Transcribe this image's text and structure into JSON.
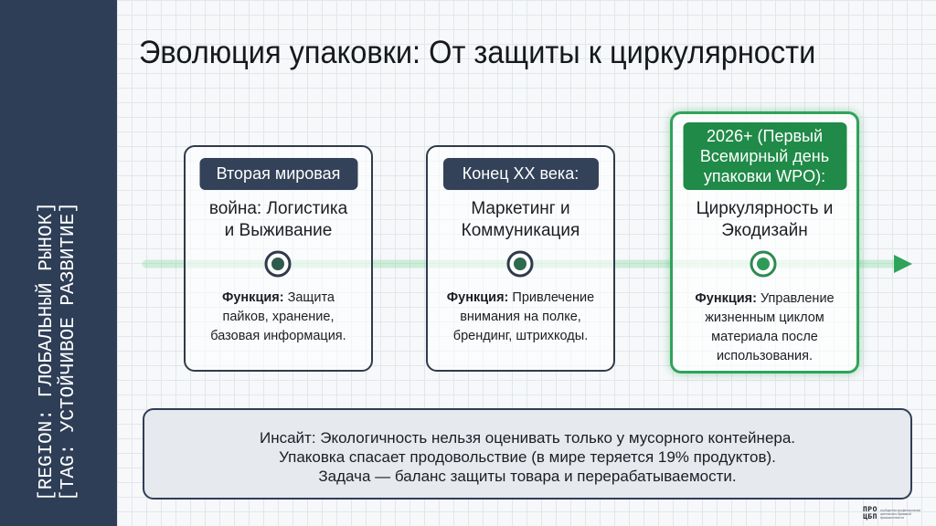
{
  "sidebar": {
    "lines": [
      "[REGION: ГЛОБАЛЬНЫЙ РЫНОК]",
      "[TAG: УСТОЙЧИВОЕ РАЗВИТИЕ]"
    ]
  },
  "title": "Эволюция упаковки: От защиты к циркулярности",
  "colors": {
    "sidebar": "#2e3e57",
    "card_border": "#2f3b4a",
    "chip_dark": "#334258",
    "accent_green": "#2fa35a",
    "chip_green": "#208a48"
  },
  "timeline": {
    "cards": [
      {
        "chip": "Вторая мировая",
        "subtitle_lines": [
          "война: Логистика",
          "и Выживание"
        ],
        "function_label": "Функция:",
        "function_text": [
          "Защита",
          "пайков, хранение,",
          "базовая информация."
        ]
      },
      {
        "chip": "Конец XX века:",
        "subtitle_lines": [
          "Маркетинг и",
          "Коммуникация"
        ],
        "function_label": "Функция:",
        "function_text": [
          "Привлечение",
          "внимания на полке,",
          "брендинг, штрихкоды."
        ]
      },
      {
        "chip_lines": [
          "2026+ (Первый",
          "Всемирный день",
          "упаковки WPO):"
        ],
        "subtitle_lines": [
          "Циркулярность и",
          "Экодизайн"
        ],
        "function_label": "Функция:",
        "function_text": [
          "Управление",
          "жизненным циклом",
          "материала после",
          "использования."
        ],
        "highlighted": true
      }
    ]
  },
  "insight": {
    "lines": [
      "Инсайт: Экологичность нельзя оценивать только у мусорного контейнера.",
      "Упаковка спасает продовольствие (в мире теряется 19% продуктов).",
      "Задача — баланс защиты товара и перерабатываемости."
    ]
  },
  "logo": {
    "mark_lines": [
      "ПРО",
      "ЦБП"
    ],
    "text": "сообщество профессионалов целлюлозно-бумажной промышленности"
  }
}
